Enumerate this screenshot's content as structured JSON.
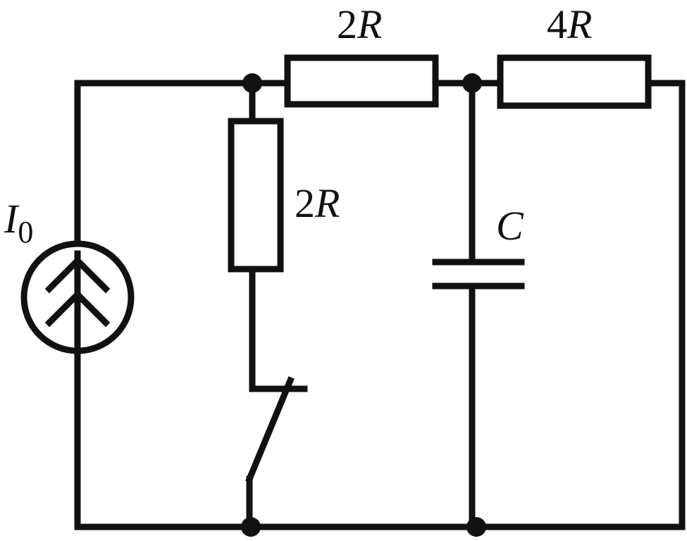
{
  "diagram": {
    "labels": {
      "top_left_resistor": {
        "coefficient": "2",
        "symbol": "R"
      },
      "top_right_resistor": {
        "coefficient": "4",
        "symbol": "R"
      },
      "vertical_resistor": {
        "coefficient": "2",
        "symbol": "R"
      },
      "capacitor": {
        "symbol": "C"
      },
      "current_source": {
        "symbol": "I",
        "subscript": "0"
      }
    }
  }
}
